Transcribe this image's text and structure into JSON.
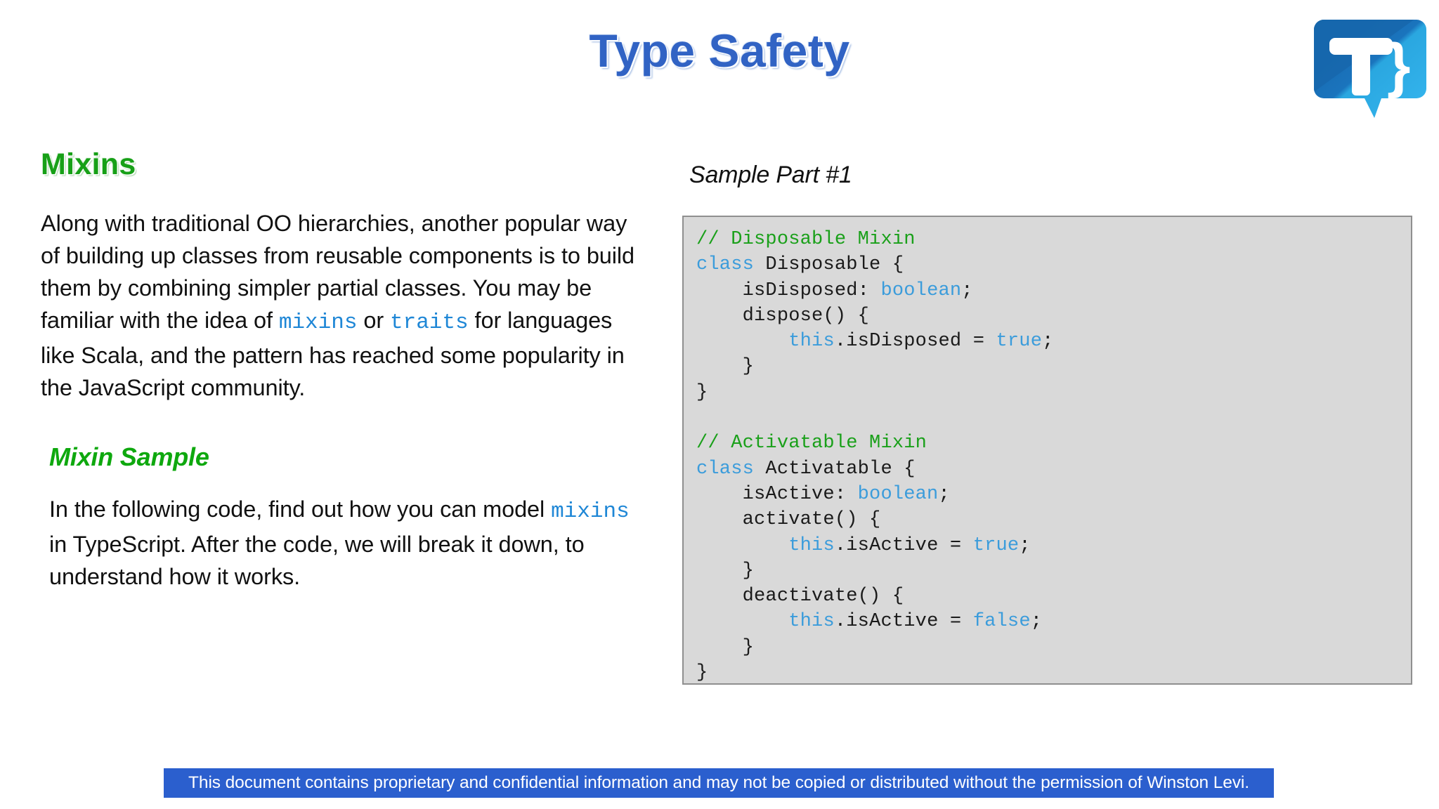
{
  "slide": {
    "title": "Type Safety",
    "title_color": "#3163c4"
  },
  "logo": {
    "name": "typescript-speech-bubble-logo",
    "glyph": "T}",
    "color_dark": "#1a6fb5",
    "color_light": "#29abe2"
  },
  "left": {
    "heading": "Mixins",
    "heading_color": "#17a017",
    "paragraph": {
      "part1": "Along with traditional OO hierarchies, another popular way of building up classes from reusable components is to build them by combining simpler partial classes. You may be familiar with the idea of ",
      "code1": "mixins",
      "part2": " or ",
      "code2": "traits",
      "part3": " for languages like Scala, and the pattern has reached some popularity in the JavaScript community."
    },
    "subheading": "Mixin Sample",
    "subheading_color": "#0ea80e",
    "subparagraph": {
      "part1": "In the following code, find out how you can model ",
      "code1": "mixins",
      "part2": " in TypeScript. After the code, we will break it down, to understand how it works."
    }
  },
  "right": {
    "caption": "Sample Part #1",
    "code_background": "#d9d9d9",
    "code_border": "#8f8f8f",
    "code_lines": [
      [
        {
          "t": "// Disposable Mixin",
          "c": "comment"
        }
      ],
      [
        {
          "t": "class",
          "c": "key"
        },
        {
          "t": " Disposable {",
          "c": "plain"
        }
      ],
      [
        {
          "t": "    isDisposed: ",
          "c": "plain"
        },
        {
          "t": "boolean",
          "c": "key"
        },
        {
          "t": ";",
          "c": "plain"
        }
      ],
      [
        {
          "t": "    dispose() {",
          "c": "plain"
        }
      ],
      [
        {
          "t": "        ",
          "c": "plain"
        },
        {
          "t": "this",
          "c": "key"
        },
        {
          "t": ".isDisposed = ",
          "c": "plain"
        },
        {
          "t": "true",
          "c": "key"
        },
        {
          "t": ";",
          "c": "plain"
        }
      ],
      [
        {
          "t": "    }",
          "c": "plain"
        }
      ],
      [
        {
          "t": "}",
          "c": "plain"
        }
      ],
      [
        {
          "t": "",
          "c": "plain"
        }
      ],
      [
        {
          "t": "// Activatable Mixin",
          "c": "comment"
        }
      ],
      [
        {
          "t": "class",
          "c": "key"
        },
        {
          "t": " Activatable {",
          "c": "plain"
        }
      ],
      [
        {
          "t": "    isActive: ",
          "c": "plain"
        },
        {
          "t": "boolean",
          "c": "key"
        },
        {
          "t": ";",
          "c": "plain"
        }
      ],
      [
        {
          "t": "    activate() {",
          "c": "plain"
        }
      ],
      [
        {
          "t": "        ",
          "c": "plain"
        },
        {
          "t": "this",
          "c": "key"
        },
        {
          "t": ".isActive = ",
          "c": "plain"
        },
        {
          "t": "true",
          "c": "key"
        },
        {
          "t": ";",
          "c": "plain"
        }
      ],
      [
        {
          "t": "    }",
          "c": "plain"
        }
      ],
      [
        {
          "t": "    deactivate() {",
          "c": "plain"
        }
      ],
      [
        {
          "t": "        ",
          "c": "plain"
        },
        {
          "t": "this",
          "c": "key"
        },
        {
          "t": ".isActive = ",
          "c": "plain"
        },
        {
          "t": "false",
          "c": "key"
        },
        {
          "t": ";",
          "c": "plain"
        }
      ],
      [
        {
          "t": "    }",
          "c": "plain"
        }
      ],
      [
        {
          "t": "}",
          "c": "plain"
        }
      ]
    ]
  },
  "footer": {
    "text": "This document contains proprietary and confidential information and may not be copied or distributed without the permission of Winston Levi.",
    "background": "#2b5fce",
    "color": "#ffffff"
  }
}
